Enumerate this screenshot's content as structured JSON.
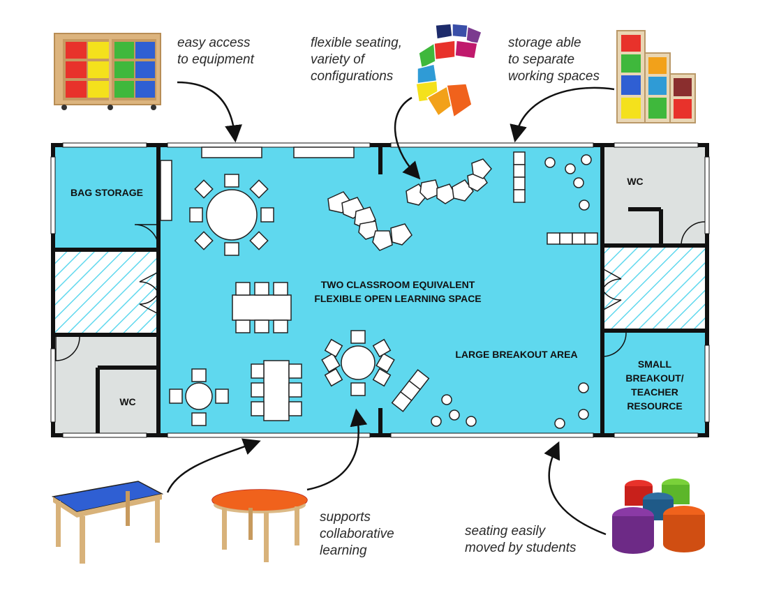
{
  "notes": {
    "equipment": "easy access\nto equipment",
    "seating": "flexible seating,\nvariety of\nconfigurations",
    "storage": "storage able\nto separate\nworking spaces",
    "collab": "supports\ncollaborative\nlearning",
    "moved": "seating easily\nmoved by students"
  },
  "rooms": {
    "bag_storage": "BAG STORAGE",
    "wc_top": "WC",
    "wc_bottom": "WC",
    "main": "TWO CLASSROOM EQUIVALENT\nFLEXIBLE OPEN LEARNING SPACE",
    "breakout": "LARGE BREAKOUT AREA",
    "small_breakout": "SMALL\nBREAKOUT/\nTEACHER\nRESOURCE"
  },
  "colors": {
    "floor": "#5fd8ee",
    "wc": "#dde1e0",
    "wall": "#111111",
    "red": "#e8322b",
    "yellow": "#f4e11c",
    "green": "#3fb83c",
    "blue": "#2f5fd3",
    "orange": "#f0621c",
    "purple": "#7b3a8f",
    "wood": "#d8b27a"
  }
}
